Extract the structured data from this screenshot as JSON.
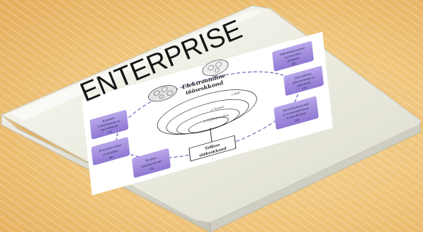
{
  "title": "ENTERPRISE",
  "diagram": {
    "center_title_line1": "Elektrooniline",
    "center_title_line2": "tööseskkond",
    "ring_labels": [
      "e-liini",
      "e-Teenus",
      "e-Teabeak keskus"
    ],
    "bottom_box_line1": "Tellisse",
    "bottom_box_line2": "töökeskkond",
    "cards": [
      {
        "line1": "Koostöö",
        "line2": "kehtestamine ja",
        "line3": "huvirühmad",
        "num": "(1)"
      },
      {
        "line1": "Vahendusteenuste",
        "line2": "ja ettevõtte",
        "line3": "teenuste",
        "num": "(2)"
      },
      {
        "line1": "Infovahetus",
        "line2": "planeerimine ja",
        "line3": "juhtimine",
        "num": "(3)"
      },
      {
        "line1": "Spetsifikatsioonid",
        "line2": "ja tootmisprotsess",
        "line3": "kontrollimine",
        "num": "(4)"
      },
      {
        "line1": "Toodete",
        "line2": "kasutuselevõtt",
        "line3": "",
        "num": "(5)"
      },
      {
        "line1": "Tooteinfo esitus",
        "line2": "ja hooldus",
        "line3": "",
        "num": "(6)"
      }
    ]
  }
}
